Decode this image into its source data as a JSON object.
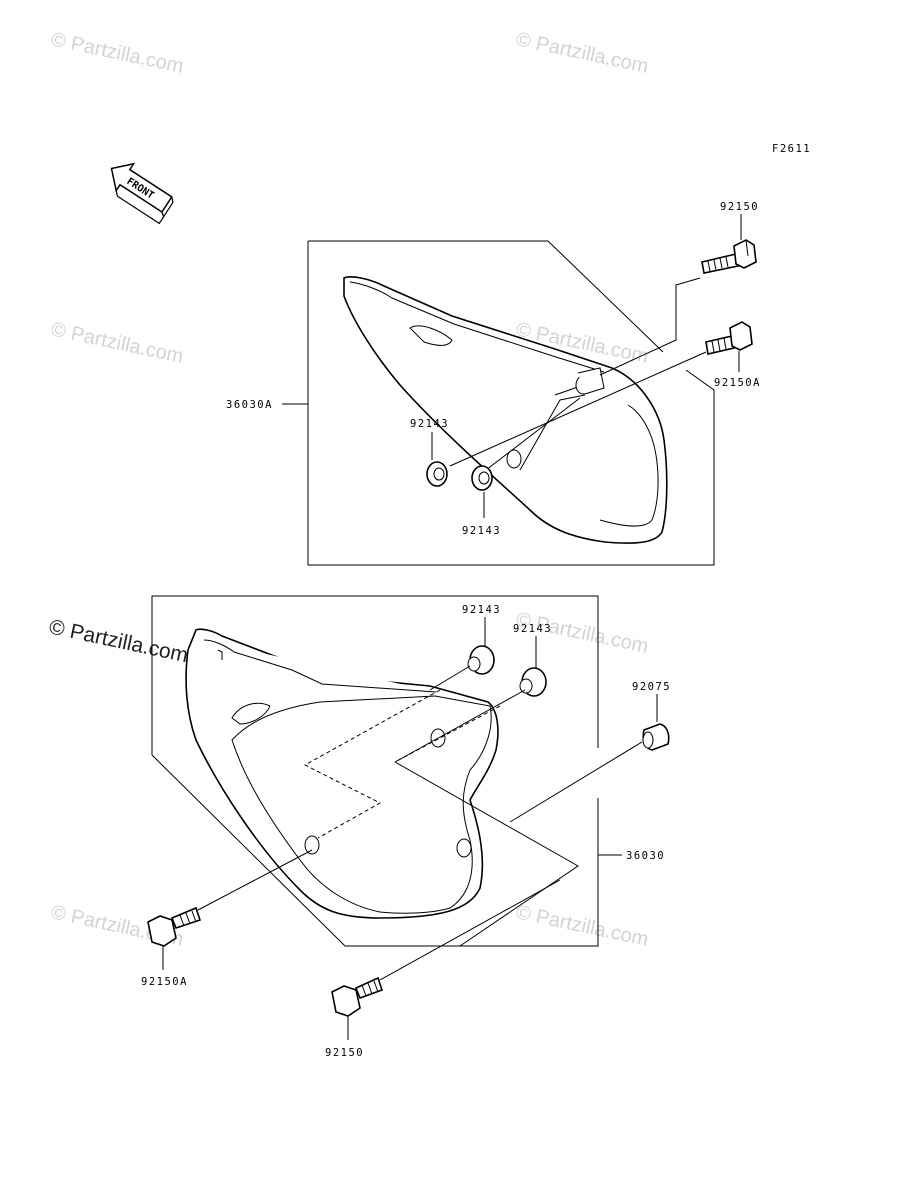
{
  "figure_code": "F2611",
  "front_arrow_text": "FRONT",
  "watermark": "© Partzilla.com",
  "watermark_prominent": "© Partzilla.com",
  "labels": {
    "top_bolt": "92150",
    "top_bolt_a": "92150A",
    "top_cover": "36030A",
    "top_grommet_left": "92143",
    "top_grommet_bottom": "92143",
    "bottom_grommet_1": "92143",
    "bottom_grommet_2": "92143",
    "bottom_damper": "92075",
    "bottom_cover": "36030",
    "bottom_bolt_a": "92150A",
    "bottom_bolt": "92150"
  }
}
